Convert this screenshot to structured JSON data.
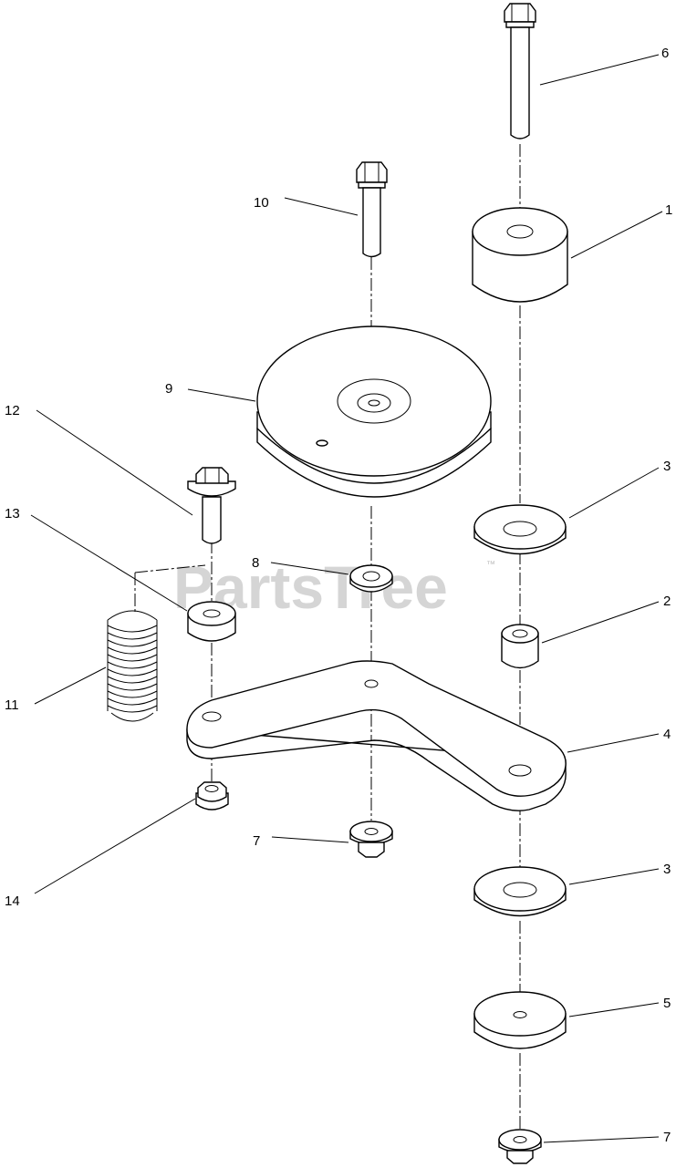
{
  "watermark": {
    "text": "PartsTree",
    "mark": "™"
  },
  "callouts": {
    "c1": "1",
    "c2": "2",
    "c3a": "3",
    "c3b": "3",
    "c4": "4",
    "c5": "5",
    "c6": "6",
    "c7a": "7",
    "c7b": "7",
    "c8": "8",
    "c9": "9",
    "c10": "10",
    "c11": "11",
    "c12": "12",
    "c13": "13",
    "c14": "14"
  }
}
